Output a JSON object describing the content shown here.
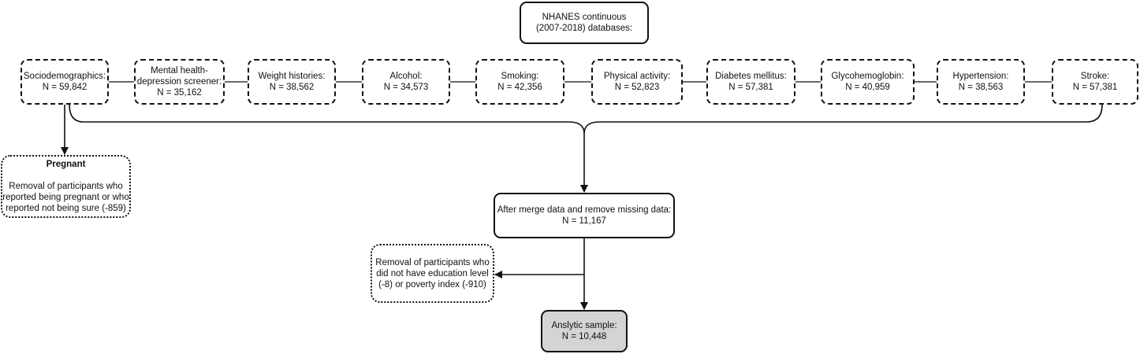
{
  "top_box": {
    "line1": "NHANES  continuous",
    "line2": "(2007-2018) databases:"
  },
  "sources": [
    {
      "label": "Sociodemographics:",
      "n": "N = 59,842"
    },
    {
      "label": "Mental health-",
      "label2": "depression screener:",
      "n": "N = 35,162"
    },
    {
      "label": "Weight histories:",
      "n": "N = 38,562"
    },
    {
      "label": "Alcohol:",
      "n": "N = 34,573"
    },
    {
      "label": "Smoking:",
      "n": "N = 42,356"
    },
    {
      "label": "Physical activity:",
      "n": "N = 52,823"
    },
    {
      "label": "Diabetes mellitus:",
      "n": "N = 57,381"
    },
    {
      "label": "Glycohemoglobin:",
      "n": "N = 40,959"
    },
    {
      "label": "Hypertension:",
      "n": "N = 38,563"
    },
    {
      "label": "Stroke:",
      "n": "N = 57,381"
    }
  ],
  "pregnant_box": {
    "title": "Pregnant",
    "line1": "Removal of participants who",
    "line2": "reported being pregnant or who",
    "line3": "reported not being sure (-859)"
  },
  "merge_box": {
    "line1": "After merge data and remove missing data:",
    "line2": "N = 11,167"
  },
  "removal_box": {
    "line1": "Removal of  participants who",
    "line2": "did not have education level",
    "line3": "(-8) or poverty index (-910)"
  },
  "final_box": {
    "line1": "Anslytic sample:",
    "line2": "N = 10,448"
  }
}
